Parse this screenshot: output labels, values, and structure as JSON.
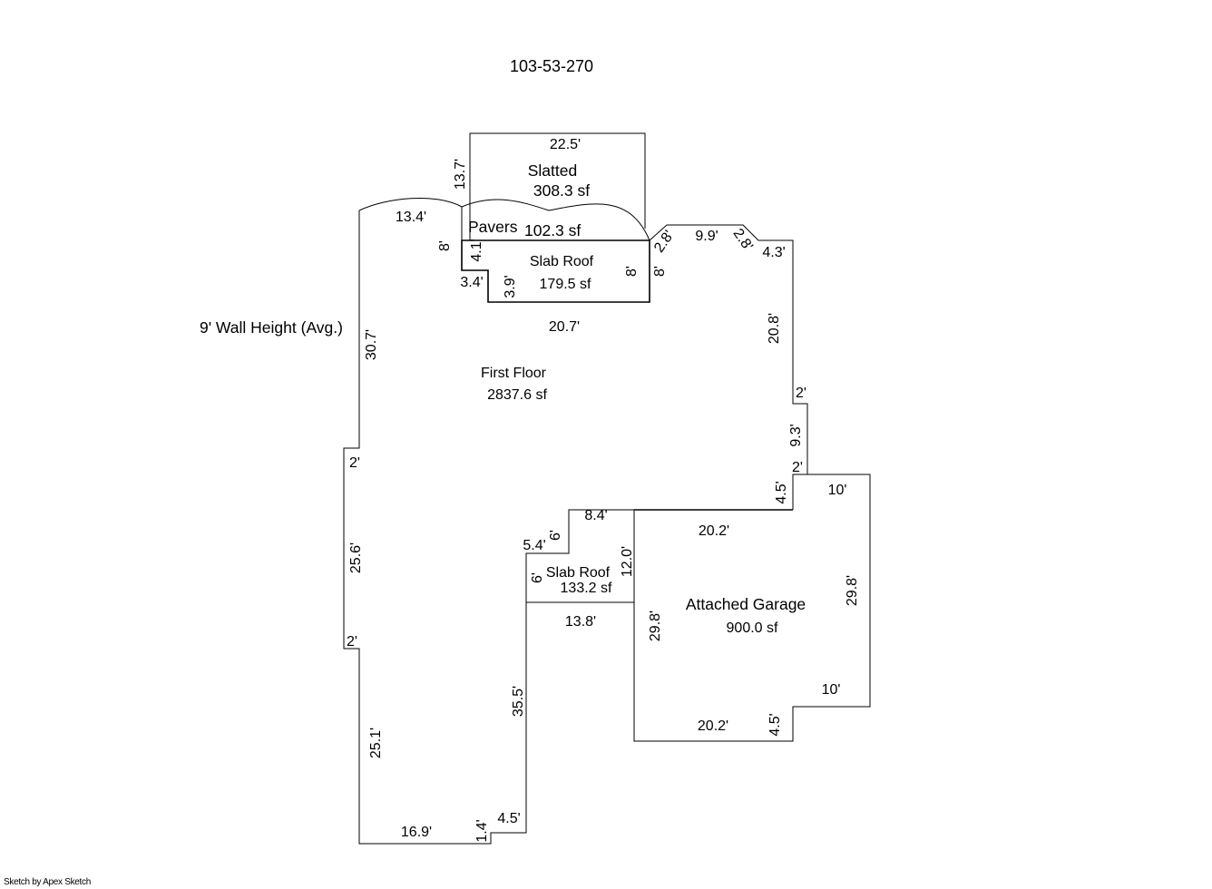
{
  "parcel_id": "103-53-270",
  "wall_height_note": "9' Wall Height (Avg.)",
  "credit": "Sketch by Apex Sketch",
  "areas": {
    "slatted": {
      "name": "Slatted",
      "area": "308.3 sf"
    },
    "pavers": {
      "name": "Pavers",
      "area": "102.3 sf"
    },
    "slab_roof_top": {
      "name": "Slab Roof",
      "area": "179.5 sf"
    },
    "first_floor": {
      "name": "First Floor",
      "area": "2837.6 sf"
    },
    "slab_roof_bottom": {
      "name": "Slab Roof",
      "area": "133.2 sf"
    },
    "garage": {
      "name": "Attached Garage",
      "area": "900.0 sf"
    }
  },
  "dimensions": {
    "slatted_top": "22.5'",
    "slatted_left": "13.7'",
    "ff_top_left": "13.4'",
    "pavers_left": "8'",
    "slab_left_small": "4.1'",
    "slab_step": "3.4'",
    "slab_left_lower": "3.9'",
    "slab_right_inner": "8'",
    "slab_right_outer": "8'",
    "slab_bottom": "20.7'",
    "angle_left": "2.8'",
    "top_right": "9.9'",
    "angle_right": "2.8'",
    "right_jog": "4.3'",
    "right_upper": "20.8'",
    "right_step_1": "2'",
    "right_mid": "9.3'",
    "right_step_2": "2'",
    "right_lower": "4.5'",
    "left_upper": "30.7'",
    "left_step_1": "2'",
    "left_mid": "25.6'",
    "left_step_2": "2'",
    "left_lower": "25.1'",
    "bottom_left": "16.9'",
    "bottom_notch_vert": "1.4'",
    "bottom_notch_horz": "4.5'",
    "inner_left_long": "35.5'",
    "slab2_top": "8.4'",
    "slab2_top_left_vert": "6'",
    "slab2_step": "5.4'",
    "slab2_left": "6'",
    "slab2_right": "12.0'",
    "slab2_bottom": "13.8'",
    "garage_top_right": "10'",
    "garage_top": "20.2'",
    "garage_right": "29.8'",
    "garage_left": "29.8'",
    "garage_bottom_right": "10'",
    "garage_bottom": "20.2'",
    "garage_bottom_notch": "4.5'"
  }
}
